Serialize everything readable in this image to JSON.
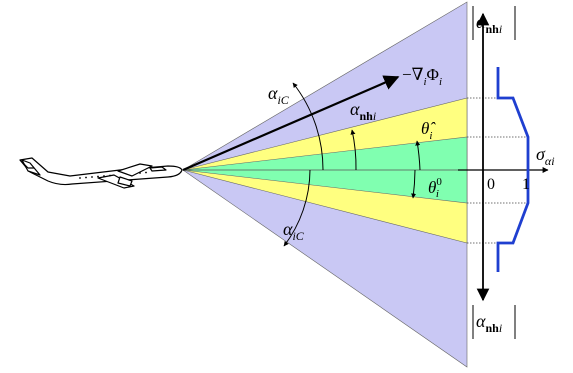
{
  "diagram": {
    "labels": {
      "alpha_ic_top": {
        "base": "α",
        "sub": "iC"
      },
      "alpha_nh": {
        "base": "α",
        "sub_bold": "nh",
        "sub_it": "i"
      },
      "neg_grad": {
        "pre": "−∇",
        "sub1": "i",
        "mid": "Φ",
        "sub2": "i"
      },
      "theta_hat": {
        "base": "θ̂",
        "sub": "i"
      },
      "theta0": {
        "base": "θ",
        "sup": "0",
        "sub": "i"
      },
      "alpha_ic_bottom": {
        "base": "α",
        "sub": "iC"
      },
      "abs_alpha_top": {
        "base": "α",
        "sub_bold": "nh",
        "sub_it": "i"
      },
      "abs_alpha_bottom": {
        "base": "α",
        "sub_bold": "nh",
        "sub_it": "i"
      },
      "sigma": {
        "base": "σ",
        "sub": "αi"
      },
      "tick_0": "0",
      "tick_1": "1"
    },
    "colors": {
      "outer_sector": "#c9c8f4",
      "middle_band": "#ffff80",
      "inner_band": "#80ffb0",
      "profile_line": "#1f3fd0",
      "axis": "#000000"
    },
    "icons": {
      "aircraft": "airplane-icon"
    }
  }
}
